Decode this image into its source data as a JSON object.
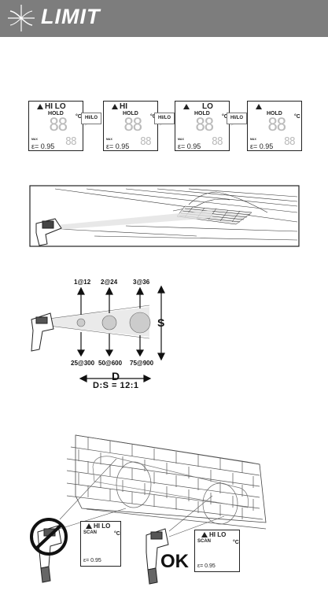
{
  "header": {
    "brand": "LIMIT"
  },
  "lcd_sequence": {
    "panels": [
      {
        "indicator": "HI LO",
        "hold": "HOLD",
        "max": "MAX",
        "unit": "°C",
        "emissivity": "ε= 0.95",
        "main_digits": "88",
        "small_digits": "88"
      },
      {
        "indicator": "HI",
        "hold": "HOLD",
        "max": "MAX",
        "unit": "°C",
        "emissivity": "ε= 0.95",
        "main_digits": "88",
        "small_digits": "88"
      },
      {
        "indicator": "LO",
        "hold": "HOLD",
        "max": "MAX",
        "unit": "°C",
        "emissivity": "ε= 0.95",
        "main_digits": "88",
        "small_digits": "88"
      },
      {
        "indicator": "",
        "hold": "HOLD",
        "max": "MAX",
        "unit": "°C",
        "emissivity": "ε= 0.95",
        "main_digits": "88",
        "small_digits": "88"
      }
    ],
    "button_label": "HI/LO"
  },
  "distance_spot": {
    "spot_labels": [
      "1@12",
      "2@24",
      "3@36"
    ],
    "distance_labels": [
      "25@300",
      "50@600",
      "75@900"
    ],
    "s_label": "S",
    "d_label": "D",
    "ratio": "D:S = 12:1"
  },
  "wall_scene": {
    "lcd_left": {
      "indicator": "HI LO",
      "mode": "SCAN",
      "emissivity": "ε= 0.95",
      "unit": "°C"
    },
    "lcd_right": {
      "indicator": "HI LO",
      "mode": "SCAN",
      "emissivity": "ε= 0.95",
      "unit": "°C"
    },
    "ok_label": "OK"
  }
}
